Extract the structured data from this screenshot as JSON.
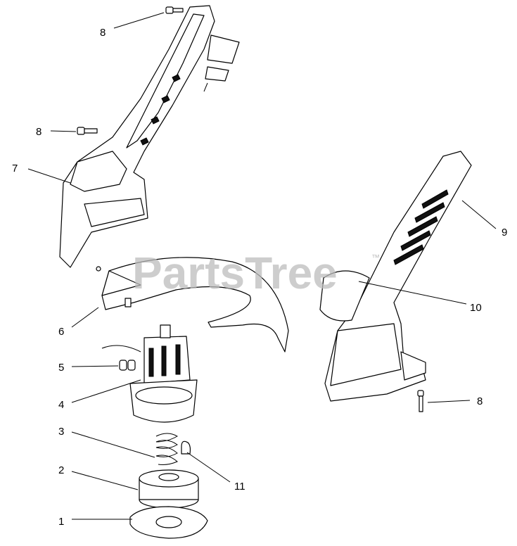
{
  "watermark": {
    "text": "PartsTree",
    "trademark": "™"
  },
  "callouts": [
    {
      "id": "top-screw",
      "label": "8"
    },
    {
      "id": "mid-screw",
      "label": "8"
    },
    {
      "id": "upper-housing",
      "label": "7"
    },
    {
      "id": "handle-housing",
      "label": "9"
    },
    {
      "id": "handle-insert",
      "label": "10"
    },
    {
      "id": "guard",
      "label": "6"
    },
    {
      "id": "connectors",
      "label": "5"
    },
    {
      "id": "motor",
      "label": "4"
    },
    {
      "id": "bottom-screw",
      "label": "8"
    },
    {
      "id": "spring",
      "label": "3"
    },
    {
      "id": "spool",
      "label": "2"
    },
    {
      "id": "clip",
      "label": "11"
    },
    {
      "id": "cap",
      "label": "1"
    }
  ]
}
